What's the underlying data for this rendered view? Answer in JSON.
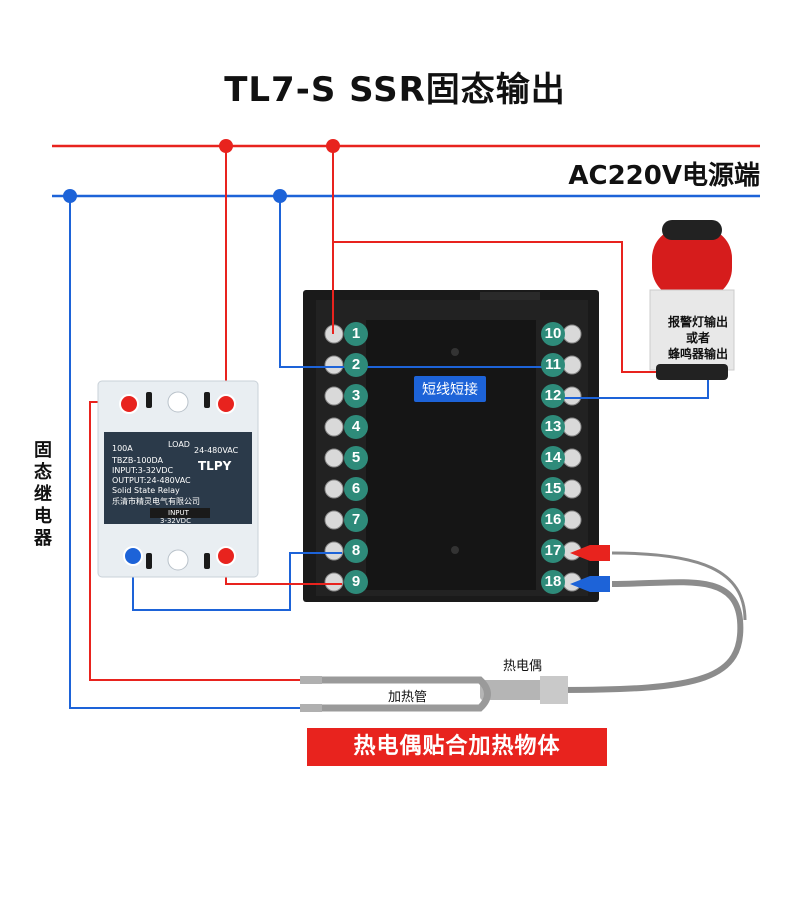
{
  "title": "TL7-S SSR固态输出",
  "power_label": "AC220V电源端",
  "ssr_side_label": "固态继电器",
  "alarm_label_line1": "报警灯输出",
  "alarm_label_line2": "或者",
  "alarm_label_line3": "蜂鸣器输出",
  "short_label": "短线短接",
  "thermocouple_label": "热电偶",
  "heater_label": "加热管",
  "banner": "热电偶贴合加热物体",
  "ssr": {
    "brand": "TLPY",
    "model": "TBZB-100DA",
    "rating": "100A",
    "load_label": "LOAD",
    "load_voltage": "24-480VAC",
    "input_spec": "INPUT:3-32VDC",
    "output_spec": "OUTPUT:24-480VAC",
    "type_label": "Solid State Relay",
    "company": "乐清市精灵电气有限公司",
    "input_label": "INPUT",
    "input_voltage": "3-32VDC"
  },
  "terminals_left": [
    "1",
    "2",
    "3",
    "4",
    "5",
    "6",
    "7",
    "8",
    "9"
  ],
  "terminals_right": [
    "10",
    "11",
    "12",
    "13",
    "14",
    "15",
    "16",
    "17",
    "18"
  ],
  "colors": {
    "live_wire": "#e8231e",
    "neutral_wire": "#1d63d8",
    "terminal_badge": "#2e8b7a"
  }
}
